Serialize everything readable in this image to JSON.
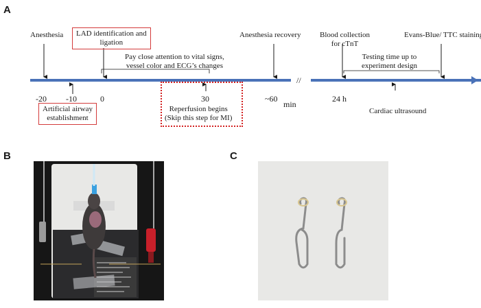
{
  "panels": {
    "a": "A",
    "b": "B",
    "c": "C"
  },
  "timeline": {
    "anesthesia": "Anesthesia",
    "lad": [
      "LAD identification and",
      "ligation"
    ],
    "attention": [
      "Pay close attention to vital signs,",
      "vessel color and ECG’s changes"
    ],
    "recovery": "Anesthesia recovery",
    "blood": [
      "Blood collection",
      "for cTnT"
    ],
    "evans": "Evans-Blue/ TTC staining",
    "testing": [
      "Testing time up to",
      "experiment design"
    ],
    "break_mark": "//",
    "ticks": {
      "m20": "-20",
      "m10": "-10",
      "zero": "0",
      "thirty": "30",
      "sixty": "~60",
      "min": "min",
      "h24": "24 h"
    },
    "airway": [
      "Artificial airway",
      "establishment"
    ],
    "reperfusion": [
      "Reperfusion begins",
      "(Skip this step for MI)"
    ],
    "ultrasound": "Cardiac ultrasound"
  },
  "colors": {
    "timeline_line": "#4a72b8",
    "box_red": "#d33a3a",
    "photo_dark": "#161616"
  }
}
